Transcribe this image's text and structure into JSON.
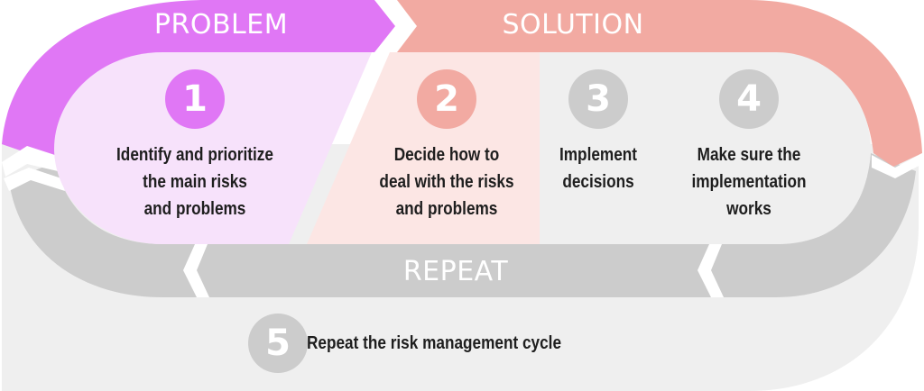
{
  "colors": {
    "problem": "#E077F5",
    "problem_light": "#F7E2FB",
    "solution": "#F2AAA2",
    "solution_light": "#FCE6E4",
    "repeat": "#CCCCCC",
    "neutral_light": "#EFEFEF",
    "step_inactive": "#CCCCCC",
    "text_dark": "#1E1E1E",
    "white": "#FFFFFF"
  },
  "bands": {
    "problem": "PROBLEM",
    "solution": "SOLUTION",
    "repeat": "REPEAT"
  },
  "steps": [
    {
      "number": "1",
      "text": "Identify and prioritize\nthe main risks\nand problems",
      "phase": "problem"
    },
    {
      "number": "2",
      "text": "Decide how to\ndeal with the risks\nand problems",
      "phase": "solution"
    },
    {
      "number": "3",
      "text": "Implement\ndecisions",
      "phase": "solution"
    },
    {
      "number": "4",
      "text": "Make sure the\nimplementation\nworks",
      "phase": "solution"
    },
    {
      "number": "5",
      "text": "Repeat the risk management cycle",
      "phase": "repeat"
    }
  ]
}
